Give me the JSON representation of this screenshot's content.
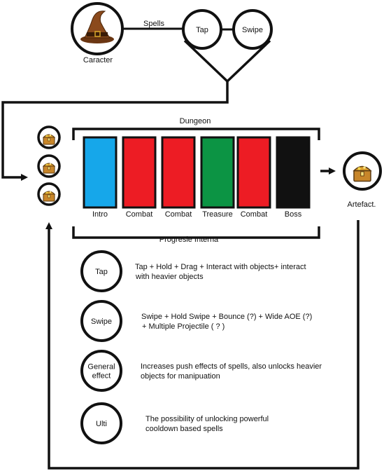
{
  "top": {
    "character_label": "Caracter",
    "spells_label": "Spells",
    "tap_label": "Tap",
    "swipe_label": "Swipe"
  },
  "dungeon": {
    "title": "Dungeon",
    "rooms": [
      {
        "label": "Intro",
        "color": "#16a7ea"
      },
      {
        "label": "Combat",
        "color": "#ed1c24"
      },
      {
        "label": "Combat",
        "color": "#ed1c24"
      },
      {
        "label": "Treasure",
        "color": "#0c9444"
      },
      {
        "label": "Combat",
        "color": "#ed1c24"
      },
      {
        "label": "Boss",
        "color": "#111111"
      }
    ]
  },
  "artefact_label": "Artefact.",
  "progression": {
    "title": "Progresie Interna",
    "items": [
      {
        "circle_lines": [
          "Tap"
        ],
        "desc_lines": [
          "Tap + Hold + Drag + Interact with objects+ interact",
          "with heavier objects"
        ]
      },
      {
        "circle_lines": [
          "Swipe"
        ],
        "desc_lines": [
          "Swipe + Hold Swipe + Bounce (?) + Wide AOE (?)",
          "+ Multiple Projectile ( ? )"
        ]
      },
      {
        "circle_lines": [
          "General",
          "effect"
        ],
        "desc_lines": [
          "Increases push effects of spells, also unlocks heavier",
          "objects for manipuation"
        ]
      },
      {
        "circle_lines": [
          "Ulti"
        ],
        "desc_lines": [
          "The possibility of unlocking powerful",
          "cooldown based spells"
        ]
      }
    ]
  },
  "colors": {
    "stroke": "#111111",
    "hat_brown": "#8b4a1c",
    "chest_gold": "#e0a32e"
  },
  "icons": [
    "wizard-hat-icon",
    "treasure-chest-icon"
  ]
}
